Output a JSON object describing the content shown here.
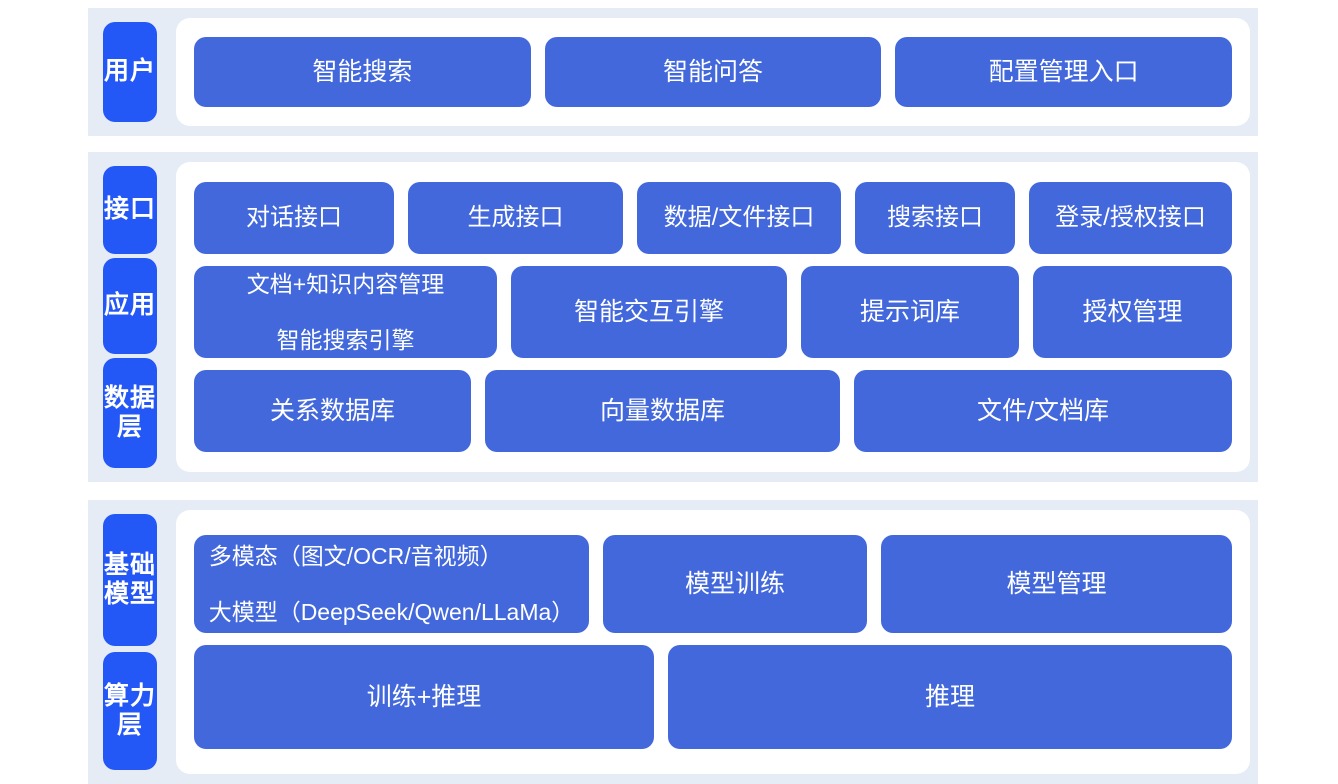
{
  "colors": {
    "page_background": "#ffffff",
    "band_background": "#e6ecf6",
    "label_tab": "#2357f6",
    "content_box": "#4268dc",
    "card_background": "#ffffff",
    "text_on_blue": "#ffffff"
  },
  "sections": [
    {
      "id": "user",
      "label": "用户",
      "boxes": [
        {
          "id": "smart-search",
          "label": "智能搜索"
        },
        {
          "id": "smart-qa",
          "label": "智能问答"
        },
        {
          "id": "config-management-entry",
          "label": "配置管理入口"
        }
      ]
    },
    {
      "id": "middle",
      "labels": [
        {
          "id": "interface",
          "label": "接口"
        },
        {
          "id": "application",
          "label": "应用"
        },
        {
          "id": "data-layer",
          "label": "数据层"
        }
      ],
      "rows": [
        {
          "id": "api-row",
          "boxes": [
            {
              "id": "dialog-api",
              "label": "对话接口"
            },
            {
              "id": "generation-api",
              "label": "生成接口"
            },
            {
              "id": "data-file-api",
              "label": "数据/文件接口"
            },
            {
              "id": "search-api",
              "label": "搜索接口"
            },
            {
              "id": "login-auth-api",
              "label": "登录/授权接口"
            }
          ]
        },
        {
          "id": "application-row",
          "boxes": [
            {
              "id": "doc-knowledge-management",
              "line1": "文档+知识内容管理",
              "line2": "智能搜索引擎"
            },
            {
              "id": "smart-interaction-engine",
              "label": "智能交互引擎"
            },
            {
              "id": "prompt-library",
              "label": "提示词库"
            },
            {
              "id": "authorization-management",
              "label": "授权管理"
            }
          ]
        },
        {
          "id": "data-row",
          "boxes": [
            {
              "id": "relational-database",
              "label": "关系数据库"
            },
            {
              "id": "vector-database",
              "label": "向量数据库"
            },
            {
              "id": "file-document-store",
              "label": "文件/文档库"
            }
          ]
        }
      ]
    },
    {
      "id": "infra",
      "labels": [
        {
          "id": "foundation-model",
          "label": "基础模型"
        },
        {
          "id": "compute-layer",
          "label": "算力层"
        }
      ],
      "rows": [
        {
          "id": "model-row",
          "boxes": [
            {
              "id": "multimodal-large-model",
              "line1": "多模态（图文/OCR/音视频）",
              "line2": "大模型（DeepSeek/Qwen/LLaMa）"
            },
            {
              "id": "model-training",
              "label": "模型训练"
            },
            {
              "id": "model-management",
              "label": "模型管理"
            }
          ]
        },
        {
          "id": "compute-row",
          "boxes": [
            {
              "id": "training-inference",
              "label": "训练+推理"
            },
            {
              "id": "inference",
              "label": "推理"
            }
          ]
        }
      ]
    }
  ]
}
